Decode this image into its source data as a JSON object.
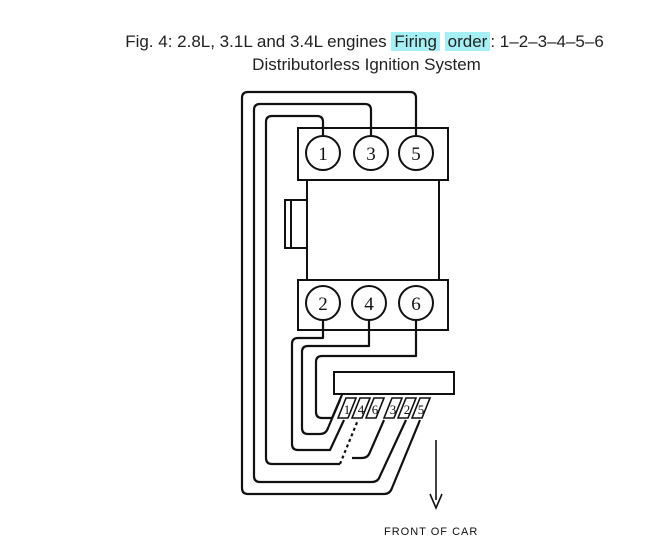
{
  "caption": {
    "prefix": "Fig. 4: 2.8L, 3.1L and 3.4L engines ",
    "highlight_1": "Firing",
    "highlight_2": "order",
    "suffix": ": 1–2–3–4–5–6",
    "subtitle": "Distributorless Ignition System"
  },
  "diagram": {
    "top_bank_cylinders": [
      "1",
      "3",
      "5"
    ],
    "bottom_bank_cylinders": [
      "2",
      "4",
      "6"
    ],
    "coil_terminals": [
      "1",
      "4",
      "6",
      "3",
      "2",
      "5"
    ],
    "front_label": "FRONT OF CAR"
  },
  "colors": {
    "highlight": "#a6f0f5",
    "line": "#111111"
  }
}
